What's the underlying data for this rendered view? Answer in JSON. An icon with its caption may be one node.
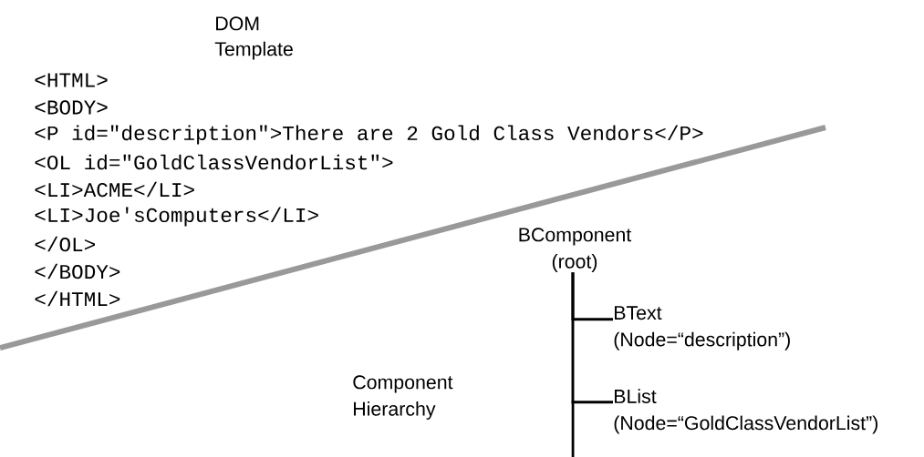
{
  "diagram": {
    "title": "DOM Template",
    "nodes": [
      {
        "text": [
          "BComponent (root)"
        ]
      },
      {
        "text": [
          "BText (Node=“description”)"
        ]
      },
      {
        "text": [
          "BList (Node=“GoldClassVendorList”)"
        ]
      }
    ],
    "edges": [
      {
        "from": 0,
        "to": 1,
        "arrow": "none"
      },
      {
        "from": 0,
        "to": 2,
        "arrow": "none"
      }
    ],
    "labels": [
      "<HTML>",
      "<BODY>",
      "<P id=\"description\">There are 2 Gold Class Vendors</P>",
      "<OL id=\"GoldClassVendorList\">",
      "<LI>ACME</LI>",
      "<LI>Joe'sComputers</LI>",
      "</OL>",
      "</BODY>",
      "</HTML>",
      "Component Hierarchy"
    ]
  }
}
